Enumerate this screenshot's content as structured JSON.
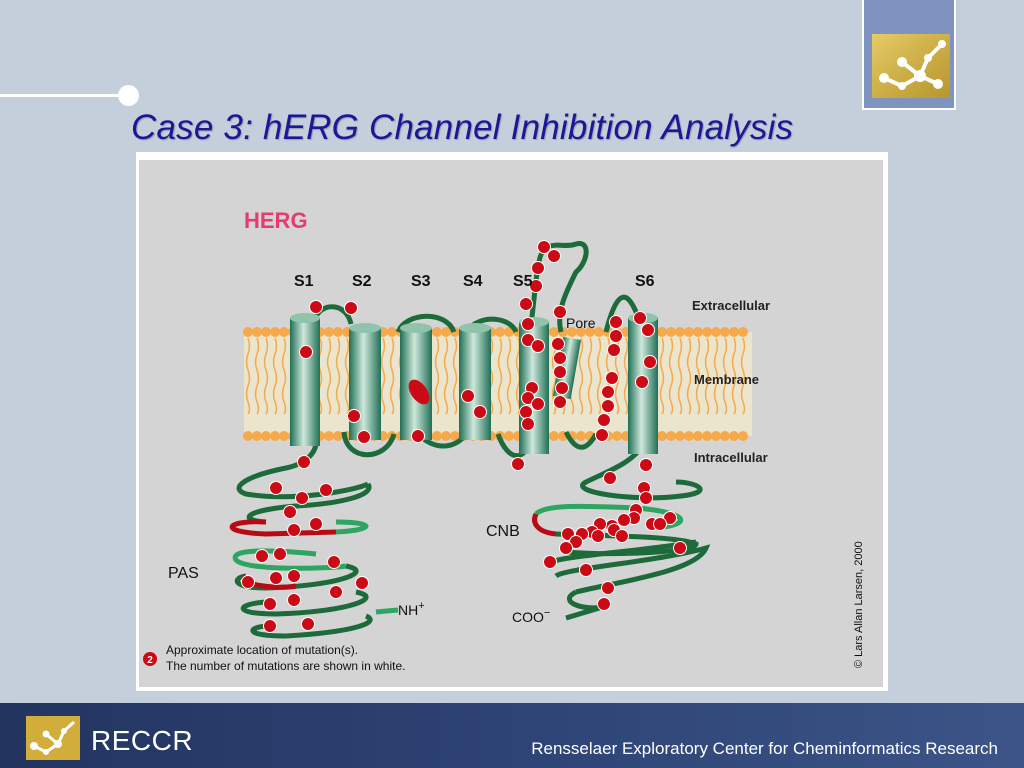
{
  "slide": {
    "title": "Case 3: hERG Channel Inhibition Analysis"
  },
  "figure": {
    "heading": "HERG",
    "segments": [
      "S1",
      "S2",
      "S3",
      "S4",
      "S5",
      "S6"
    ],
    "pore_label": "Pore",
    "region_labels": {
      "extracellular": "Extracellular",
      "membrane": "Membrane",
      "intracellular": "Intracellular"
    },
    "domain_labels": {
      "pas": "PAS",
      "cnb": "CNB",
      "n_terminus": "NH",
      "n_terminus_charge": "+",
      "c_terminus": "COO",
      "c_terminus_charge": "−"
    },
    "legend": {
      "badge": "2",
      "line1": "Approximate location of mutation(s).",
      "line2": "The number of mutations are shown in white."
    },
    "credit": "© Lars Allan Larsen, 2000",
    "colors": {
      "helix": "#2e8a6a",
      "loop": "#1d6b3a",
      "mutation": "#cc0a16",
      "lipid_head": "#f5a94a",
      "title_blue": "#1a1899",
      "heading_red": "#e63b6f"
    }
  },
  "footer": {
    "brand": "RECCR",
    "organization": "Rensselaer Exploratory Center for Cheminformatics Research"
  }
}
